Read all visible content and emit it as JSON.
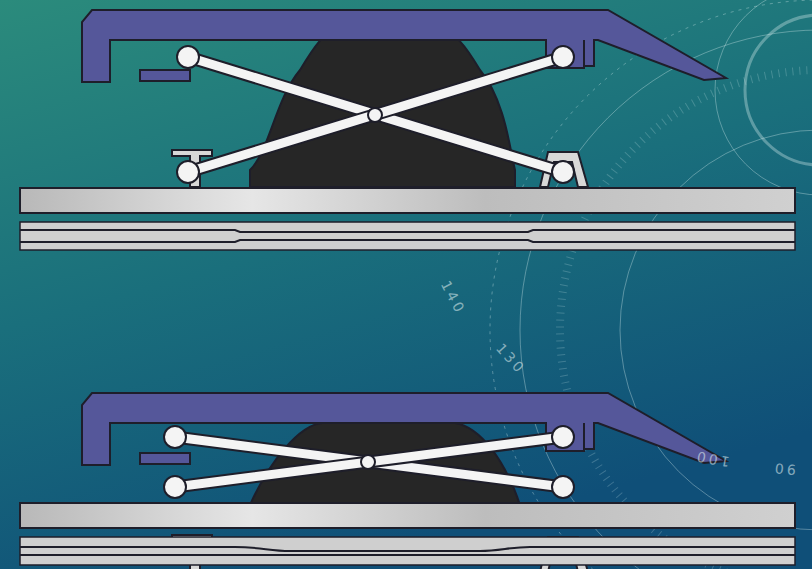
{
  "diagram": {
    "labels": [
      "140",
      "130",
      "100",
      "90"
    ]
  }
}
